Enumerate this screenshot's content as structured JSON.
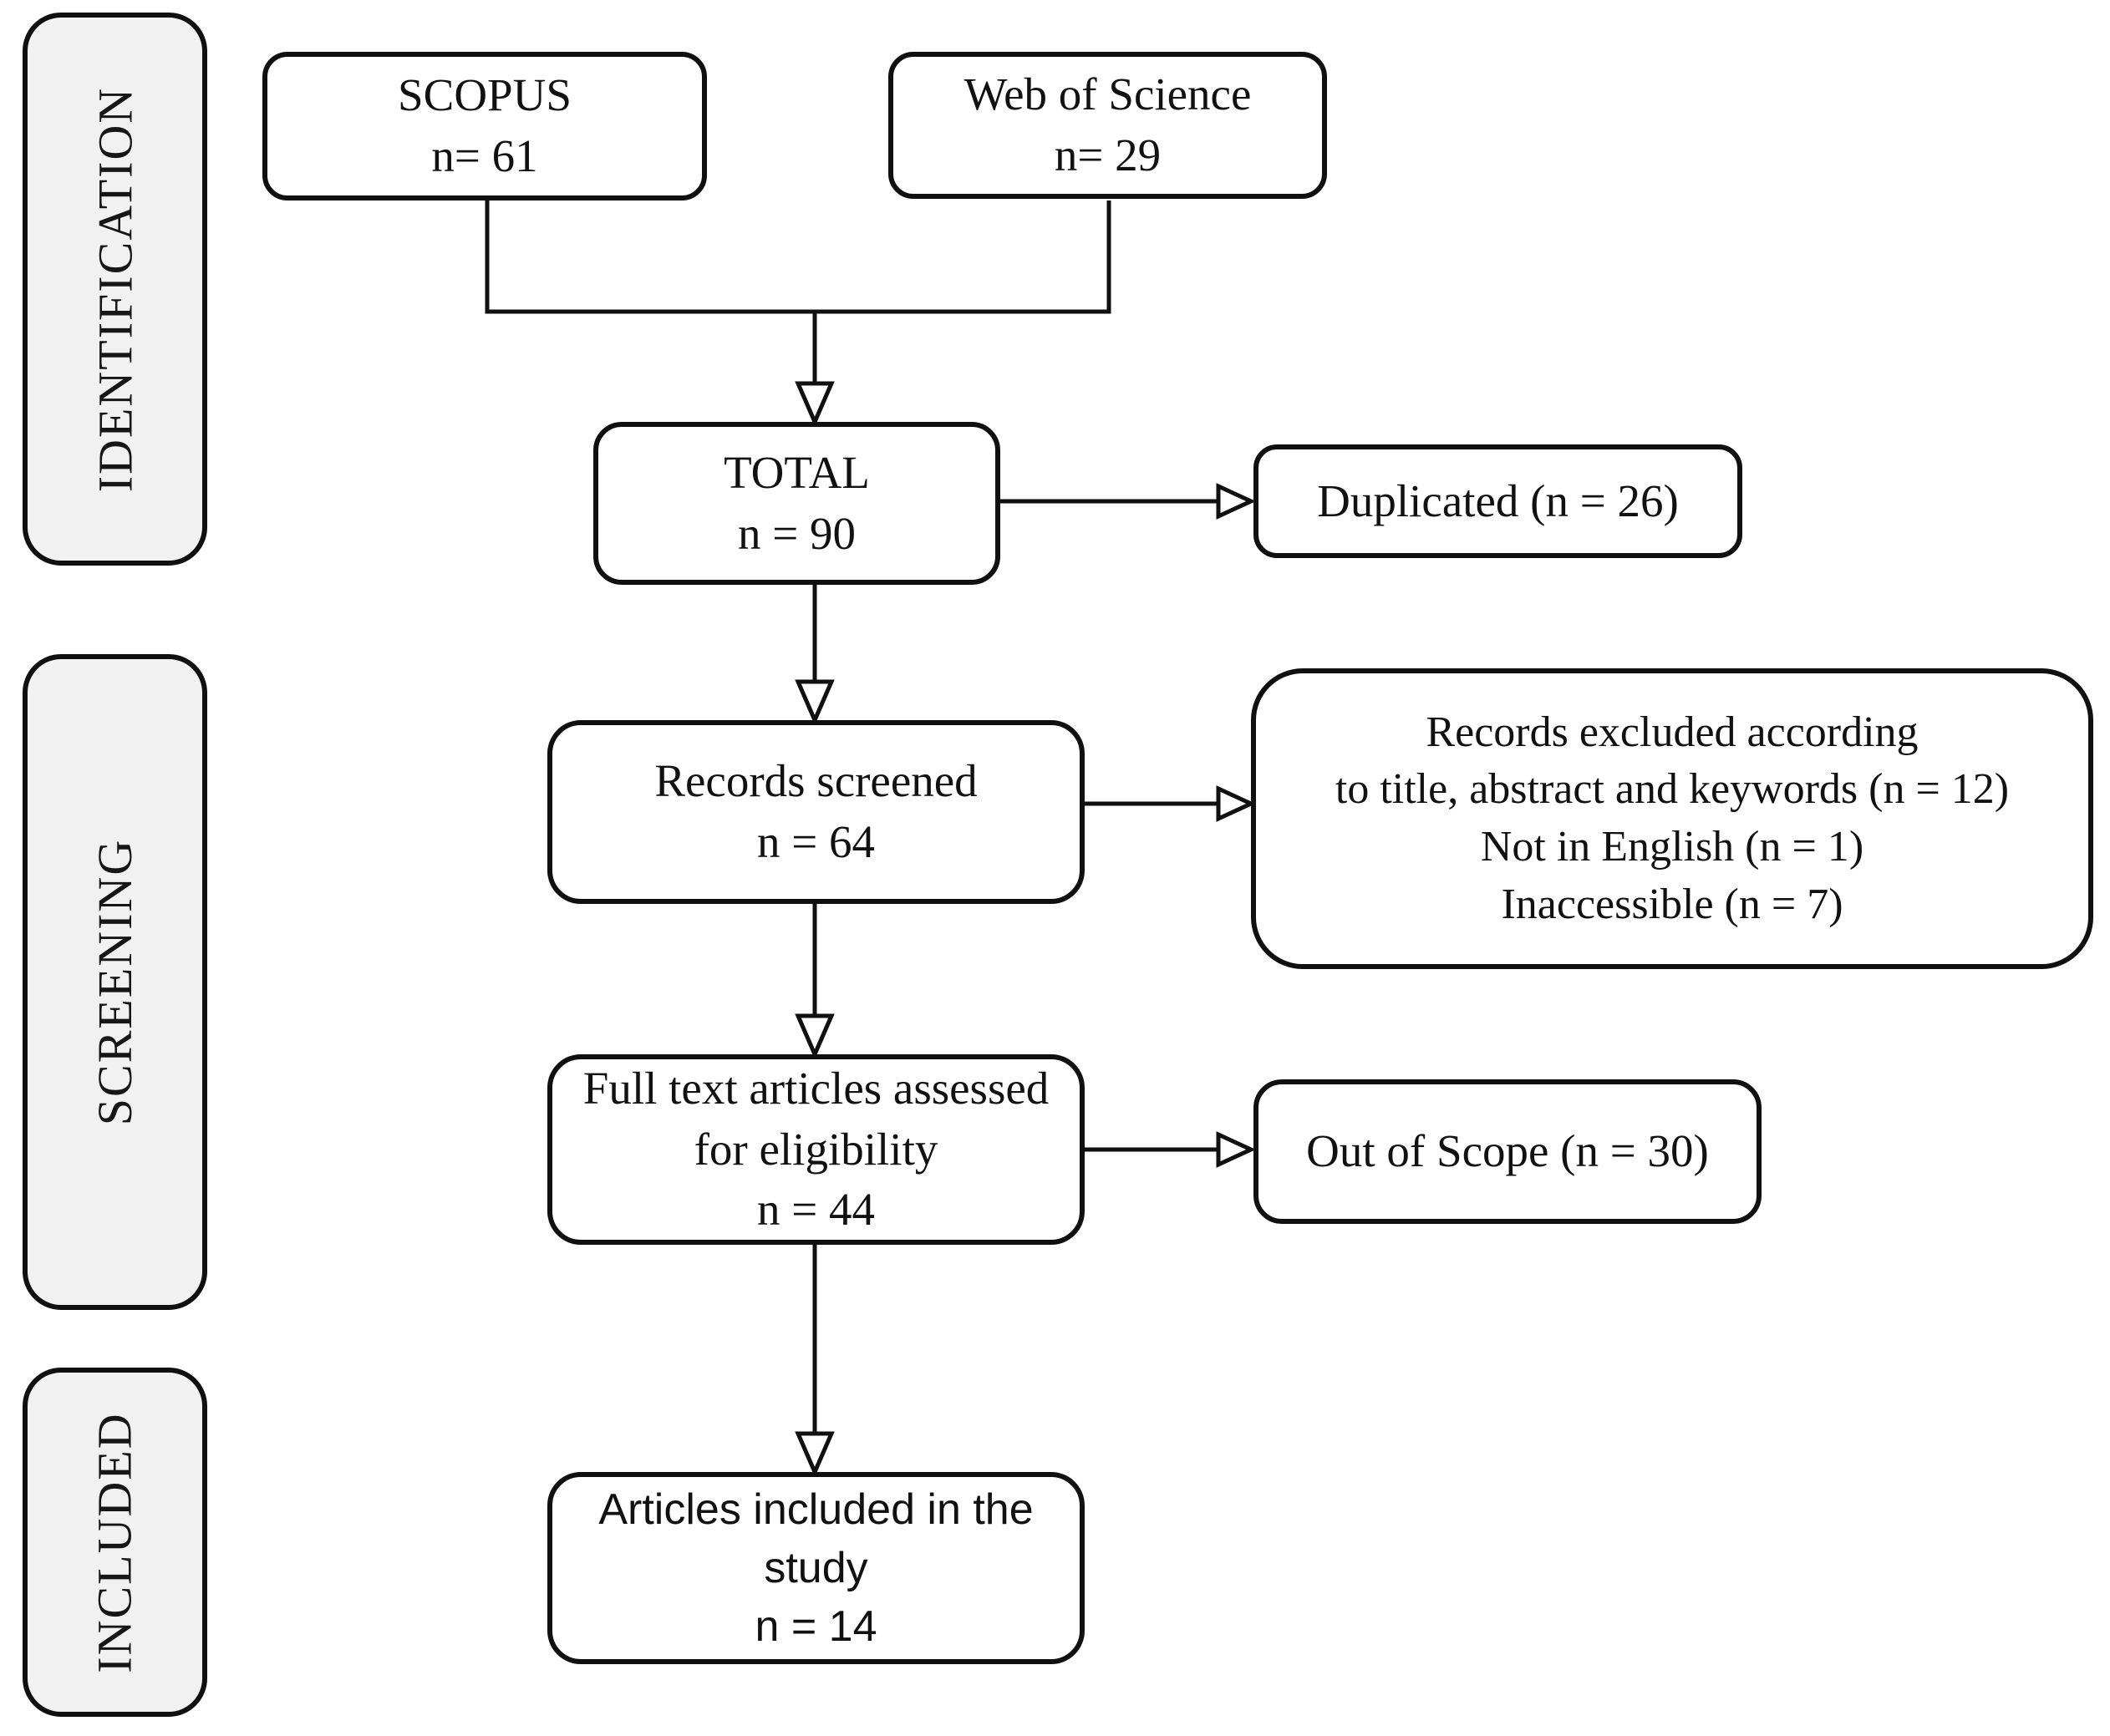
{
  "diagram": {
    "kind": "prisma-flow-diagram",
    "colors": {
      "line": "#101010",
      "box_fill": "#ffffff",
      "sidebar_fill": "#f1f1f1",
      "text": "#111111"
    },
    "sidebar": {
      "items": [
        {
          "id": "identification",
          "label": "IDENTIFICATION"
        },
        {
          "id": "screening",
          "label": "SCREENING"
        },
        {
          "id": "included",
          "label": "INCLUDED"
        }
      ]
    },
    "nodes": {
      "scopus": {
        "lines": [
          "SCOPUS",
          "n= 61"
        ]
      },
      "wos": {
        "lines": [
          "Web of Science",
          "n= 29"
        ]
      },
      "total": {
        "lines": [
          "TOTAL",
          "n = 90"
        ]
      },
      "duplicated": {
        "lines": [
          "Duplicated (n = 26)"
        ]
      },
      "screened": {
        "lines": [
          "Records screened",
          "n = 64"
        ]
      },
      "excluded": {
        "lines": [
          "Records excluded according",
          "to title, abstract and keywords (n = 12)",
          "Not in English (n = 1)",
          "Inaccessible (n = 7)"
        ]
      },
      "fulltext": {
        "lines": [
          "Full text articles assessed",
          "for eligibility",
          "n = 44"
        ]
      },
      "outofscope": {
        "lines": [
          "Out of Scope (n = 30)"
        ]
      },
      "articles": {
        "lines": [
          "Articles included in the",
          "study",
          "n = 14"
        ]
      }
    }
  }
}
